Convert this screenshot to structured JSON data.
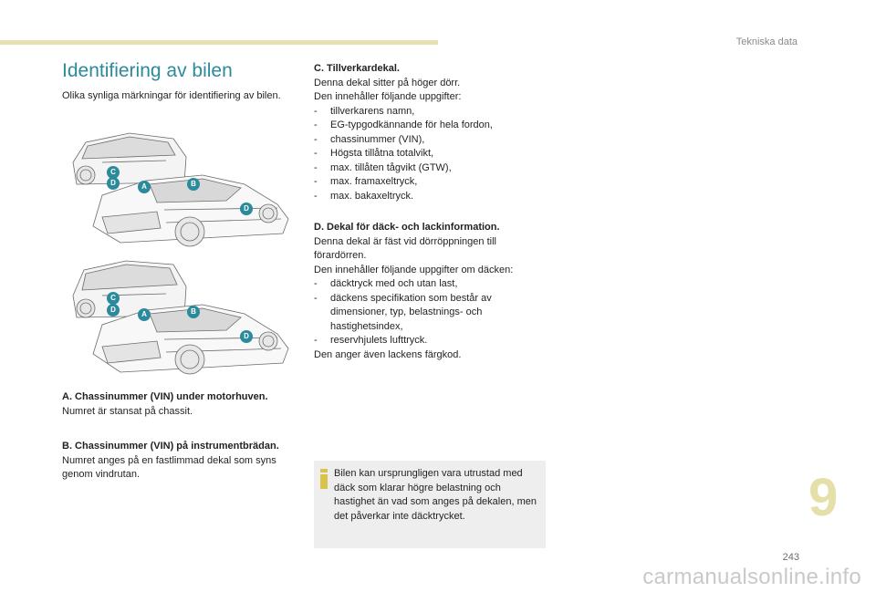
{
  "header": {
    "section_label": "Tekniska data"
  },
  "title": "Identifiering av bilen",
  "intro": "Olika synliga märkningar för identifiering av bilen.",
  "badges": {
    "a": "A",
    "b": "B",
    "c": "C",
    "d": "D"
  },
  "section_a": {
    "heading": "A. Chassinummer (VIN) under motorhuven.",
    "body": "Numret är stansat på chassit."
  },
  "section_b": {
    "heading": "B. Chassinummer (VIN) på instrumentbrädan.",
    "body": "Numret anges på en fastlimmad dekal som syns genom vindrutan."
  },
  "section_c": {
    "heading": "C. Tillverkardekal.",
    "lines": [
      "Denna dekal sitter på höger dörr.",
      "Den innehåller följande uppgifter:"
    ],
    "items": [
      "tillverkarens namn,",
      "EG-typgodkännande för hela fordon,",
      "chassinummer (VIN),",
      "Högsta tillåtna totalvikt,",
      "max. tillåten tågvikt (GTW),",
      "max. framaxeltryck,",
      "max. bakaxeltryck."
    ]
  },
  "section_d": {
    "heading": "D. Dekal för däck- och lackinformation.",
    "lines": [
      "Denna dekal är fäst vid dörröppningen till förardörren.",
      "Den innehåller följande uppgifter om däcken:"
    ],
    "items": [
      "däcktryck med och utan last,",
      "däckens specifikation som består av dimensioner, typ, belastnings- och hastighetsindex,",
      "reservhjulets lufttryck."
    ],
    "footer": "Den anger även lackens färgkod."
  },
  "note": {
    "text": "Bilen kan ursprungligen vara utrustad med däck som klarar högre belastning och hastighet än vad som anges på dekalen, men det påverkar inte däcktrycket."
  },
  "chapter_number": "9",
  "page_number": "243",
  "watermark": "carmanualsonline.info",
  "colors": {
    "accent": "#2b8a9b",
    "bar": "#e6dfb0",
    "note_bg": "#eeeeee",
    "chapter": "#e5dfa8"
  }
}
